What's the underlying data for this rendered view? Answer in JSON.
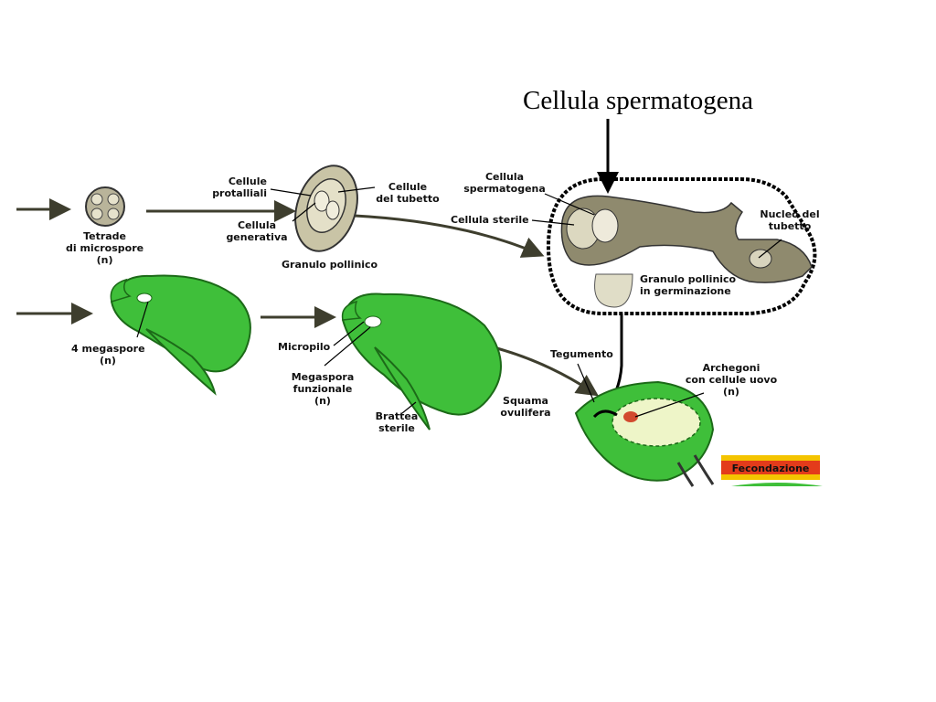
{
  "title": "Cellula spermatogena",
  "labels": {
    "tetrade": "Tetrade",
    "tetrade2": "di microspore",
    "tetrade_n": "(n)",
    "cellule_protalliali": "Cellule",
    "cellule_protalliali2": "protalliali",
    "cellula_generativa": "Cellula",
    "cellula_generativa2": "generativa",
    "cellule_tubetto": "Cellule",
    "cellule_tubetto2": "del tubetto",
    "granulo_pollinico": "Granulo pollinico",
    "cellula_spermatogena": "Cellula",
    "cellula_spermatogena2": "spermatogena",
    "cellula_sterile": "Cellula sterile",
    "nucleo_tubetto": "Nucleo del",
    "nucleo_tubetto2": "tubetto",
    "granulo_germinazione": "Granulo pollinico",
    "granulo_germinazione2": "in germinazione",
    "megaspore": "4 megaspore",
    "megaspore_n": "(n)",
    "micropilo": "Micropilo",
    "megaspora_funzionale": "Megaspora",
    "megaspora_funzionale2": "funzionale",
    "megaspora_funzionale_n": "(n)",
    "brattea": "Brattea",
    "brattea2": "sterile",
    "squama": "Squama",
    "squama2": "ovulifera",
    "tegumento": "Tegumento",
    "archegoni": "Archegoni",
    "archegoni2": "con cellule uovo",
    "archegoni_n": "(n)",
    "fecondazione": "Fecondazione"
  },
  "colors": {
    "green": "#3fbf3a",
    "green_dark": "#1c6a18",
    "pollen": "#c9c4a6",
    "tube": "#8f8a6e",
    "arrow": "#3e3e2e"
  }
}
